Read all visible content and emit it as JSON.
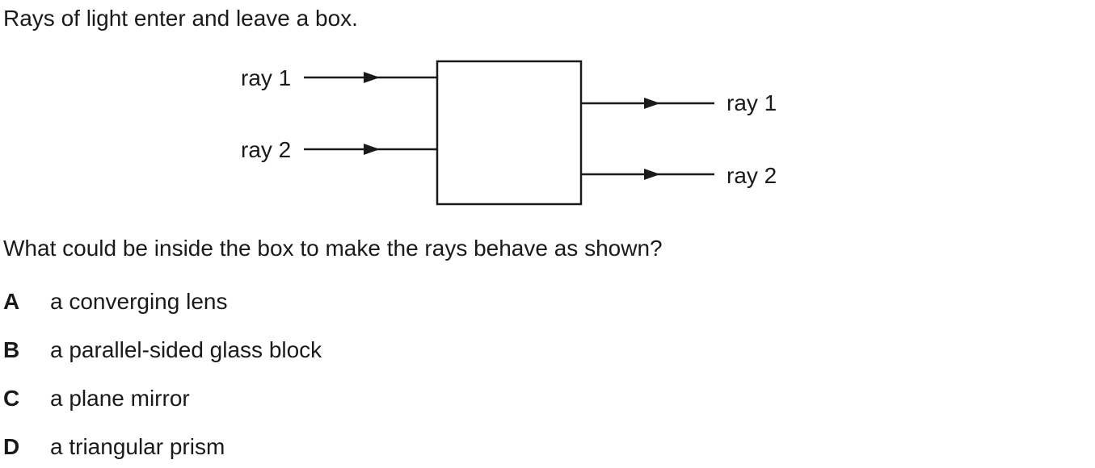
{
  "intro_text": "Rays of light enter and leave a box.",
  "diagram": {
    "left_labels": [
      "ray 1",
      "ray 2"
    ],
    "right_labels": [
      "ray 1",
      "ray 2"
    ]
  },
  "question_text": "What could be inside the box to make the rays behave as shown?",
  "options": [
    {
      "letter": "A",
      "text": "a converging lens"
    },
    {
      "letter": "B",
      "text": "a parallel-sided glass block"
    },
    {
      "letter": "C",
      "text": "a plane mirror"
    },
    {
      "letter": "D",
      "text": "a triangular prism"
    }
  ]
}
